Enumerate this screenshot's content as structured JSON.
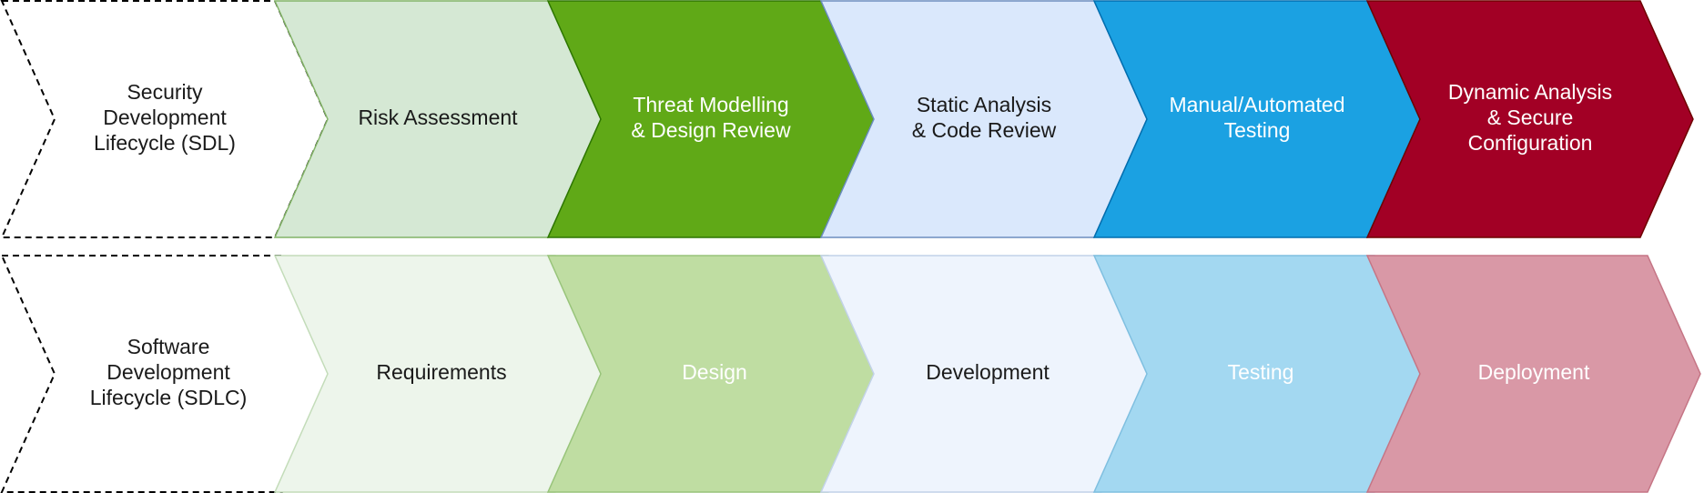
{
  "rows": [
    {
      "id": "sdl",
      "steps": [
        {
          "lines": [
            "Security",
            "Development",
            "Lifecycle (SDL)"
          ],
          "fill": "#ffffff",
          "stroke": "#000000",
          "text_color": "#1a1a1a",
          "dashed": true
        },
        {
          "lines": [
            "Risk Assessment"
          ],
          "fill": "#d5e8d4",
          "stroke": "#82b366",
          "text_color": "#1a1a1a"
        },
        {
          "lines": [
            "Threat Modelling",
            "& Design Review"
          ],
          "fill": "#60a917",
          "stroke": "#2d7600",
          "text_color": "#ffffff"
        },
        {
          "lines": [
            "Static Analysis",
            "& Code Review"
          ],
          "fill": "#dae8fc",
          "stroke": "#6c8ebf",
          "text_color": "#1a1a1a"
        },
        {
          "lines": [
            "Manual/Automated",
            "Testing"
          ],
          "fill": "#1ba1e2",
          "stroke": "#006eaf",
          "text_color": "#ffffff"
        },
        {
          "lines": [
            "Dynamic Analysis",
            "& Secure",
            "Configuration"
          ],
          "fill": "#a20025",
          "stroke": "#6f0000",
          "text_color": "#ffffff"
        }
      ]
    },
    {
      "id": "sdlc",
      "steps": [
        {
          "lines": [
            "Software",
            "Development",
            "Lifecycle (SDLC)"
          ],
          "fill": "#ffffff",
          "stroke": "#000000",
          "text_color": "#1a1a1a",
          "dashed": true
        },
        {
          "lines": [
            "Requirements"
          ],
          "fill": "#edf5eb",
          "stroke": "#c3dcb9",
          "text_color": "#1a1a1a"
        },
        {
          "lines": [
            "Design"
          ],
          "fill": "#bfdda2",
          "stroke": "#98c47a",
          "text_color": "#ffffff"
        },
        {
          "lines": [
            "Development"
          ],
          "fill": "#eef4fd",
          "stroke": "#c2d2e8",
          "text_color": "#1a1a1a"
        },
        {
          "lines": [
            "Testing"
          ],
          "fill": "#a3d8f1",
          "stroke": "#7fbfe0",
          "text_color": "#ffffff"
        },
        {
          "lines": [
            "Deployment"
          ],
          "fill": "#d998a6",
          "stroke": "#c57585",
          "text_color": "#ffffff"
        }
      ]
    }
  ]
}
